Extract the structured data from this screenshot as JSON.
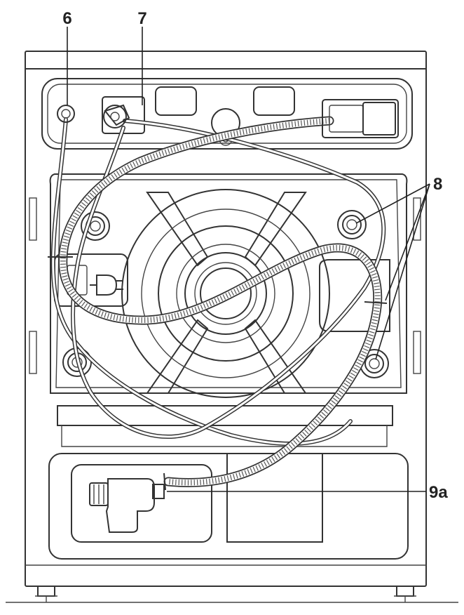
{
  "callouts": [
    {
      "id": "6",
      "label": "6"
    },
    {
      "id": "7",
      "label": "7"
    },
    {
      "id": "8",
      "label": "8"
    },
    {
      "id": "9a",
      "label": "9a"
    }
  ],
  "colors": {
    "line": "#333333",
    "background": "#ffffff"
  }
}
